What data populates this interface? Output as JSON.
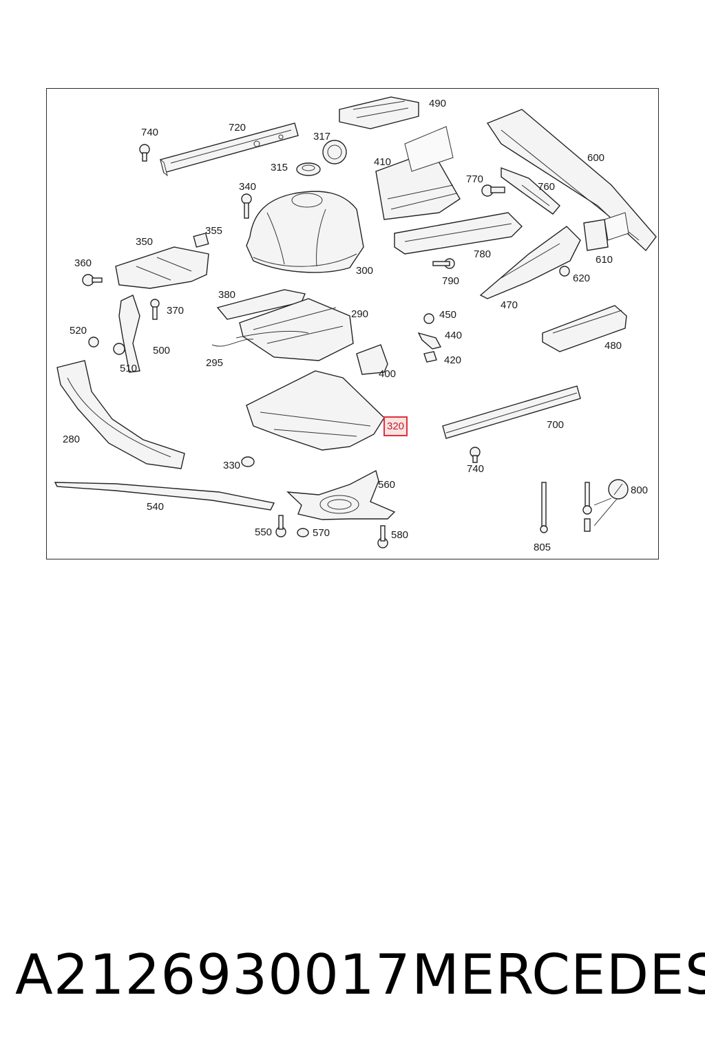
{
  "diagram": {
    "labels": {
      "l740a": "740",
      "l720": "720",
      "l317": "317",
      "l315": "315",
      "l490": "490",
      "l410": "410",
      "l600": "600",
      "l770": "770",
      "l760": "760",
      "l340": "340",
      "l355": "355",
      "l350": "350",
      "l360": "360",
      "l300": "300",
      "l780": "780",
      "l610": "610",
      "l790": "790",
      "l620": "620",
      "l380": "380",
      "l370": "370",
      "l290": "290",
      "l450": "450",
      "l470": "470",
      "l520": "520",
      "l440": "440",
      "l480": "480",
      "l500": "500",
      "l510": "510",
      "l295": "295",
      "l420": "420",
      "l400": "400",
      "l280": "280",
      "l320": "320",
      "l700": "700",
      "l330": "330",
      "l740b": "740",
      "l560": "560",
      "l540": "540",
      "l800": "800",
      "l550": "550",
      "l570": "570",
      "l580": "580",
      "l805": "805"
    },
    "highlighted_label": "320",
    "highlight_color": "#e0303a"
  },
  "footer": {
    "part_number": "A2126930017",
    "brand": "MERCEDES"
  }
}
